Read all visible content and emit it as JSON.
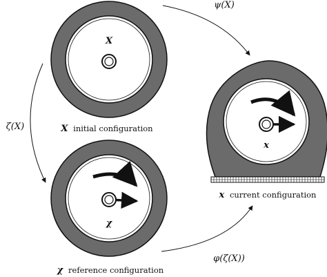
{
  "wheels": {
    "initial": {
      "symbol": "X",
      "caption_symbol": "X",
      "caption_text": "initial configuration"
    },
    "reference": {
      "symbol": "χ",
      "caption_symbol": "χ",
      "caption_text": "reference configuration"
    },
    "current": {
      "symbol": "x",
      "caption_symbol": "x",
      "caption_text": "current configuration"
    }
  },
  "maps": {
    "psi": "ψ(X)",
    "zeta": "ζ(X)",
    "phi": "φ(ζ(X))"
  },
  "colors": {
    "tire": "#6b6b6b",
    "stroke": "#111111",
    "rim_fill": "#ffffff"
  }
}
